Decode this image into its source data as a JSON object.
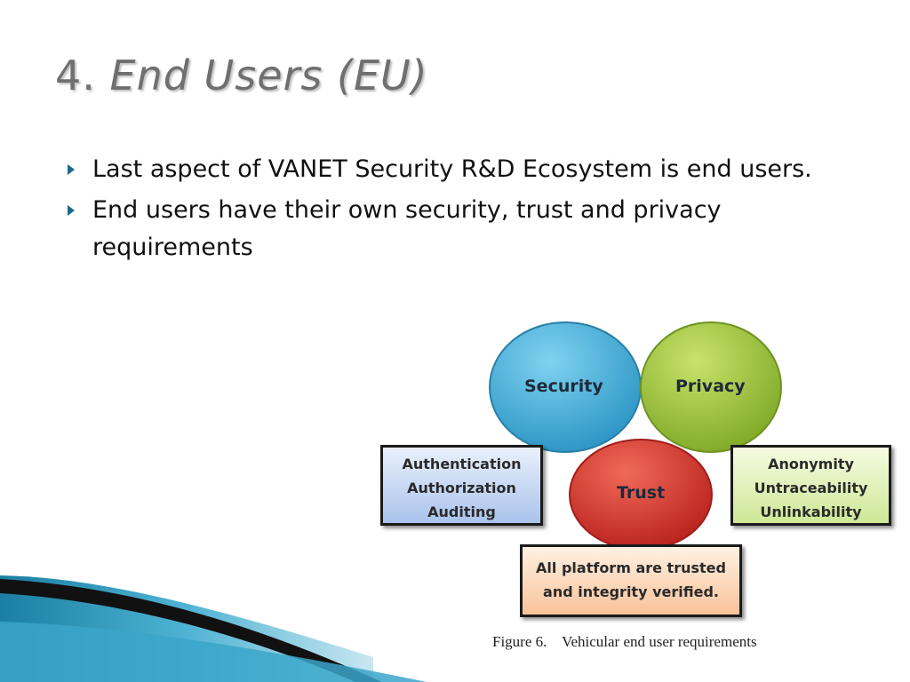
{
  "title": {
    "number": "4.",
    "text": "End Users (EU)"
  },
  "bullets": [
    {
      "text": "Last aspect of VANET Security R&D Ecosystem is end users."
    },
    {
      "text": "End users have their own security, trust and privacy requirements"
    }
  ],
  "figure": {
    "circles": {
      "security": {
        "label": "Security",
        "color": "#3aaedb"
      },
      "privacy": {
        "label": "Privacy",
        "color": "#9cc23a"
      },
      "trust": {
        "label": "Trust",
        "color": "#d8322a"
      }
    },
    "boxes": {
      "security": [
        "Authentication",
        "Authorization",
        "Auditing"
      ],
      "privacy": [
        "Anonymity",
        "Untraceability",
        "Unlinkability"
      ],
      "trust": [
        "All platform are trusted",
        "and integrity verified."
      ]
    },
    "caption": "Figure 6.    Vehicular end user requirements"
  },
  "colors": {
    "title": "#6f6f6f",
    "bullet_arrow": "#1a6b8a",
    "accent": "#1f7aa0"
  }
}
